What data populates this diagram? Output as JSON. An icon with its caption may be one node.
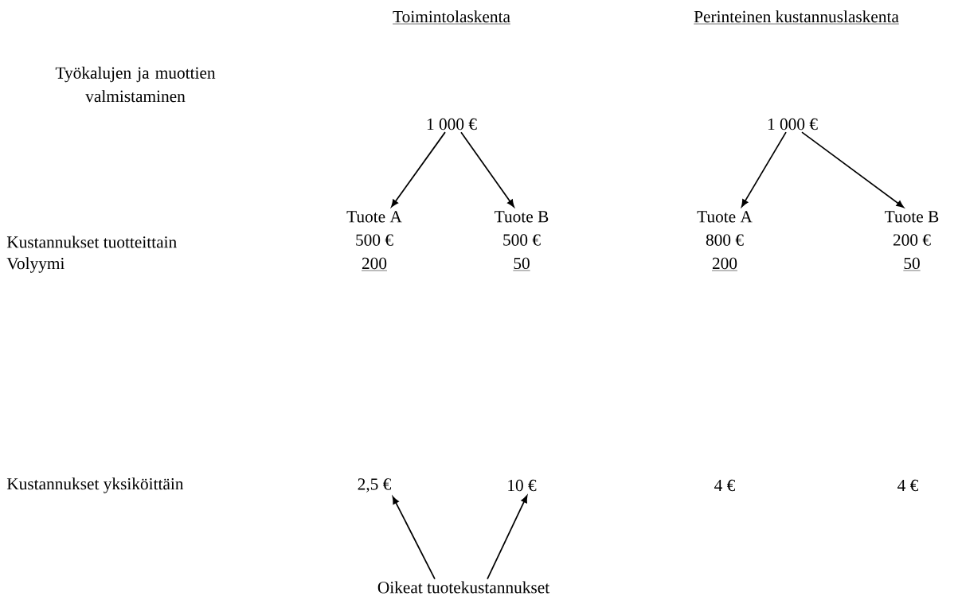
{
  "diagram": {
    "nodes": [
      {
        "text": [
          "1 000 €"
        ]
      },
      {
        "text": [
          "1 000 €"
        ]
      },
      {
        "text": [
          "Tuote A",
          "500 €",
          "200"
        ]
      },
      {
        "text": [
          "Tuote B",
          "500 €",
          "50"
        ]
      },
      {
        "text": [
          "Tuote A",
          "800 €",
          "200"
        ]
      },
      {
        "text": [
          "Tuote B",
          "200 €",
          "50"
        ]
      },
      {
        "text": [
          "2,5 €"
        ]
      },
      {
        "text": [
          "10 €"
        ]
      },
      {
        "text": [
          "Oikeat tuotekustannukset"
        ]
      }
    ],
    "edges": [
      {
        "from": 0,
        "to": 2,
        "arrow": "to"
      },
      {
        "from": 0,
        "to": 3,
        "arrow": "to"
      },
      {
        "from": 1,
        "to": 4,
        "arrow": "to"
      },
      {
        "from": 1,
        "to": 5,
        "arrow": "to"
      },
      {
        "from": 8,
        "to": 6,
        "arrow": "to"
      },
      {
        "from": 8,
        "to": 7,
        "arrow": "to"
      }
    ],
    "labels": [
      "Toimintolaskenta",
      "Perinteinen kustannuslaskenta",
      "Työkalujen ja muottien valmistaminen",
      "Kustannukset tuotteittain",
      "Volyymi",
      "Kustannukset yksiköittäin",
      "4 €",
      "4 €"
    ]
  }
}
